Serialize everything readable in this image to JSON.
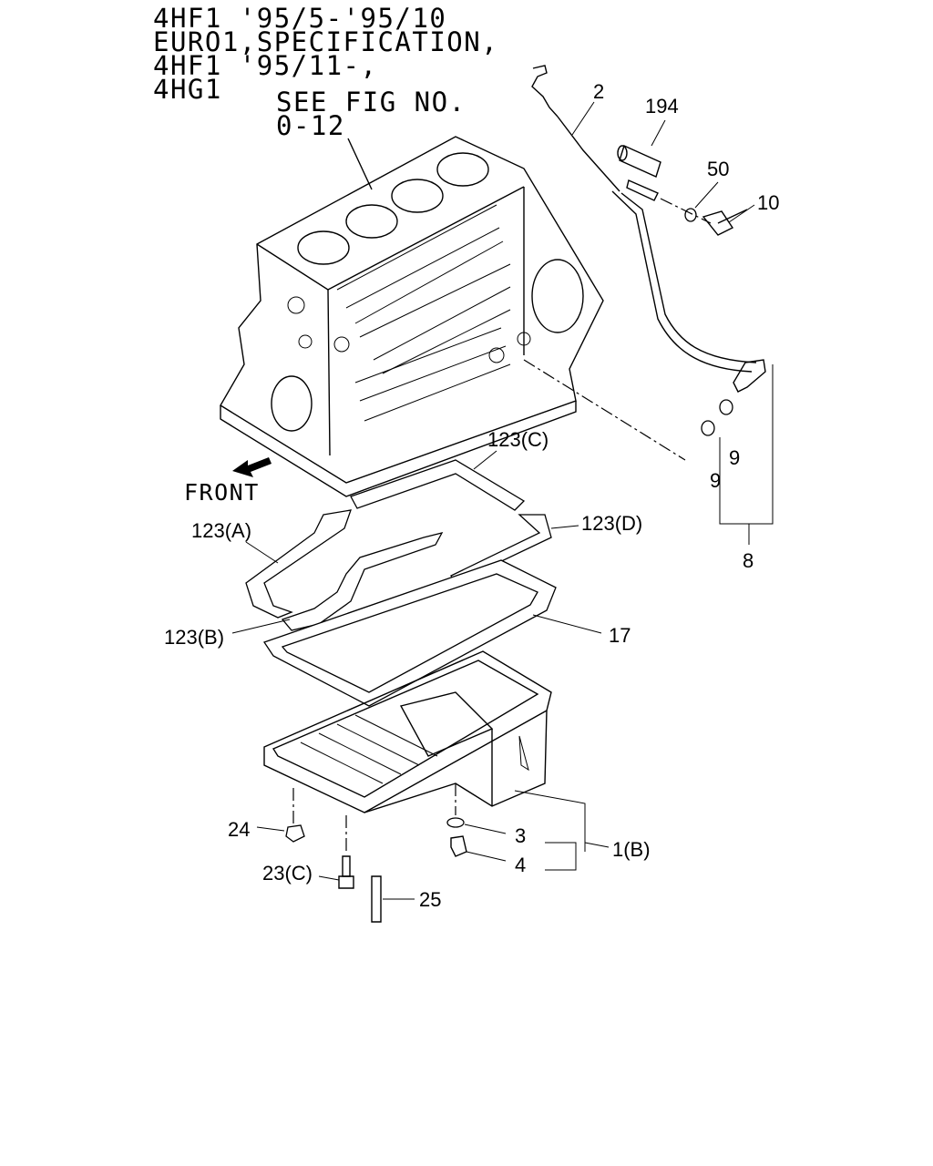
{
  "title_lines": [
    "4HF1 '95/5-'95/10",
    "EURO1,SPECIFICATION,",
    "4HF1 '95/11-,",
    "4HG1"
  ],
  "see_fig": [
    "SEE FIG NO.",
    "0-12"
  ],
  "front_label": "FRONT",
  "callouts": {
    "p2": "2",
    "p194": "194",
    "p50": "50",
    "p10": "10",
    "p9a": "9",
    "p9b": "9",
    "p8": "8",
    "p123c": "123(C)",
    "p123d": "123(D)",
    "p123a": "123(A)",
    "p123b": "123(B)",
    "p17": "17",
    "p24": "24",
    "p3": "3",
    "p4": "4",
    "p1b": "1(B)",
    "p23c": "23(C)",
    "p25": "25"
  }
}
